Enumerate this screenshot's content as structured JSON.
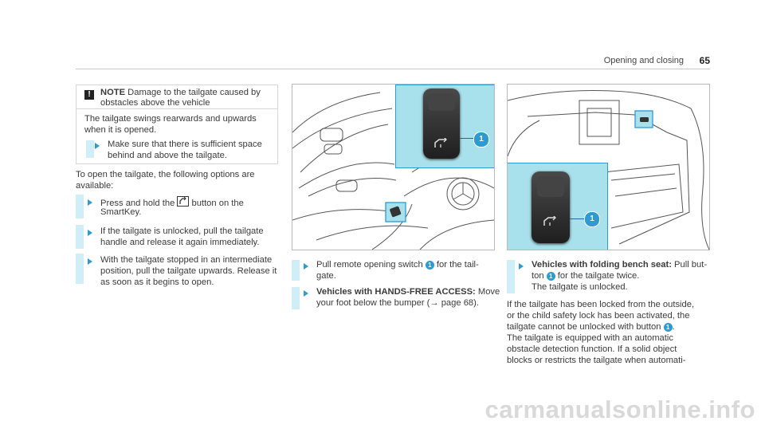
{
  "header": {
    "section": "Opening and closing",
    "page_number": "65"
  },
  "note": {
    "icon": "!",
    "title": "NOTE",
    "title_rest": " Damage to the tailgate caused by",
    "title_line2": "obstacles above the vehicle",
    "body_line1": "The tailgate swings rearwards and upwards",
    "body_line2": "when it is opened.",
    "step_line1": "Make sure that there is sufficient space",
    "step_line2": "behind and above the tailgate."
  },
  "col1": {
    "intro_line1": "To open the tailgate, the following options are",
    "intro_line2": "available:",
    "step1_line1": "Press and hold the",
    "step1_icon": "tailgate-button-icon",
    "step1_line1b": "button on the",
    "step1_line2": "SmartKey.",
    "step2_line1": "If the tailgate is unlocked, pull the tailgate",
    "step2_line2": "handle and release it again immediately.",
    "step3_line1": "With the tailgate stopped in an intermediate",
    "step3_line2": "position, pull the tailgate upwards. Release it",
    "step3_line3": "as soon as it begins to open."
  },
  "col2": {
    "callout": "1",
    "step1_line1a": "Pull remote opening switch",
    "step1_line1b": "for the tail-",
    "step1_line2": "gate.",
    "step2_bold": "Vehicles with HANDS-FREE ACCESS:",
    "step2_rest": " Move",
    "step2_line2": "your foot below the bumper (→ page 68)."
  },
  "col3": {
    "callout": "1",
    "step1_bold": "Vehicles with folding bench seat:",
    "step1_rest": " Pull but-",
    "step1_line2a": "ton",
    "step1_line2b": "for the tailgate twice.",
    "step1_line3": "The tailgate is unlocked.",
    "para1_line1": "If the tailgate has been locked from the outside,",
    "para1_line2": "or the child safety lock has been activated, the",
    "para1_line3a": "tailgate cannot be unlocked with button",
    "para1_line3b": ".",
    "para2_line1": "The tailgate is equipped with an automatic",
    "para2_line2": "obstacle detection function. If a solid object",
    "para2_line3": "blocks or restricts the tailgate when automati-"
  },
  "colors": {
    "accent_blue": "#2d9bd1",
    "light_blue": "#cfeef7",
    "callout_bg": "#a8e0ec"
  },
  "footer": {
    "watermark": "carmanualsonline.info"
  }
}
